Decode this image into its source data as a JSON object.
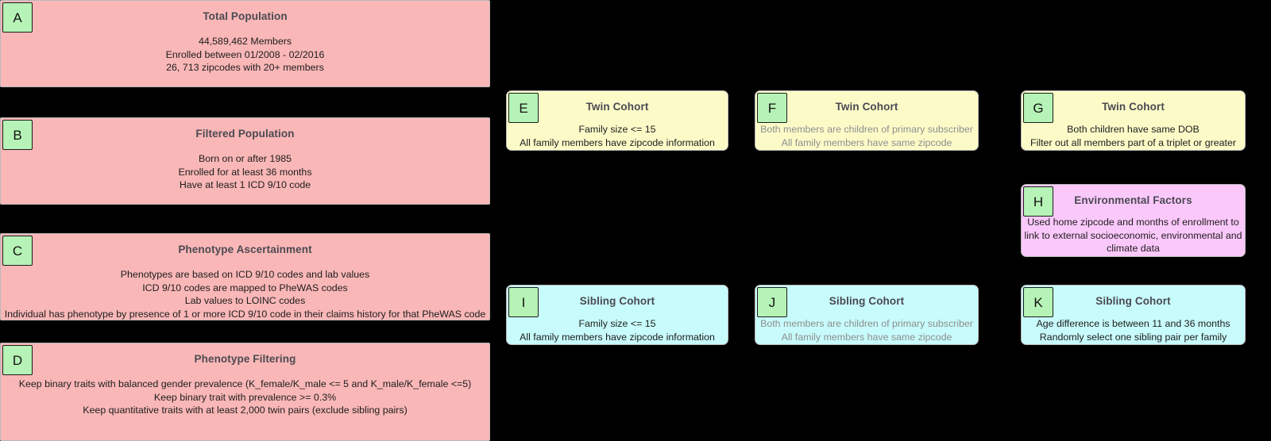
{
  "diagram": {
    "background": "#000000",
    "colors": {
      "pink": "#fab7b7",
      "yellow": "#fcfbc8",
      "cyan": "#c8fbfb",
      "violet": "#fbc8fb",
      "badge_green": "#b6f3b6",
      "title_text": "#4a4a52",
      "body_text": "#1d1d1d",
      "muted_text": "#8e8e8e"
    },
    "boxes": {
      "a": {
        "badge": "A",
        "title": "Total Population",
        "lines": [
          "44,589,462 Members",
          "Enrolled between 01/2008 - 02/2016",
          "26, 713 zipcodes with 20+ members"
        ]
      },
      "b": {
        "badge": "B",
        "title": "Filtered Population",
        "lines": [
          "Born on or after 1985",
          "Enrolled for at least 36 months",
          "Have at least 1 ICD 9/10 code"
        ]
      },
      "c": {
        "badge": "C",
        "title": "Phenotype Ascertainment",
        "lines": [
          "Phenotypes are based on ICD 9/10 codes and lab values",
          "ICD 9/10 codes are mapped to PheWAS codes",
          "Lab values to LOINC codes",
          "Individual has phenotype by presence of 1 or more ICD 9/10 code in their claims history for that PheWAS code"
        ]
      },
      "d": {
        "badge": "D",
        "title": "Phenotype Filtering",
        "lines": [
          "Keep binary traits with balanced gender prevalence (K_female/K_male <= 5 and K_male/K_female <=5)",
          "Keep binary trait with prevalence >= 0.3%",
          "Keep quantitative traits with at least 2,000 twin pairs (exclude sibling pairs)"
        ]
      },
      "e": {
        "badge": "E",
        "title": "Twin Cohort",
        "lines": [
          "Family size <= 15",
          "All family members have zipcode information"
        ]
      },
      "f": {
        "badge": "F",
        "title": "Twin Cohort",
        "lines": [
          "Both members are children of primary subscriber",
          "All family members have same zipcode"
        ]
      },
      "g": {
        "badge": "G",
        "title": "Twin Cohort",
        "lines": [
          "Both children have same DOB",
          "Filter out all members part of a triplet or greater"
        ]
      },
      "h": {
        "badge": "H",
        "title": "Environmental Factors",
        "lines": [
          "Used home zipcode and months of enrollment to link to external socioeconomic, environmental and climate data"
        ]
      },
      "i": {
        "badge": "I",
        "title": "Sibling Cohort",
        "lines": [
          "Family size <= 15",
          "All family members have zipcode information"
        ]
      },
      "j": {
        "badge": "J",
        "title": "Sibling Cohort",
        "lines": [
          "Both members are children of primary subscriber",
          "All family members have same zipcode"
        ]
      },
      "k": {
        "badge": "K",
        "title": "Sibling Cohort",
        "lines": [
          "Age difference is between 11 and 36 months",
          "Randomly select one sibling pair per family"
        ]
      }
    }
  }
}
